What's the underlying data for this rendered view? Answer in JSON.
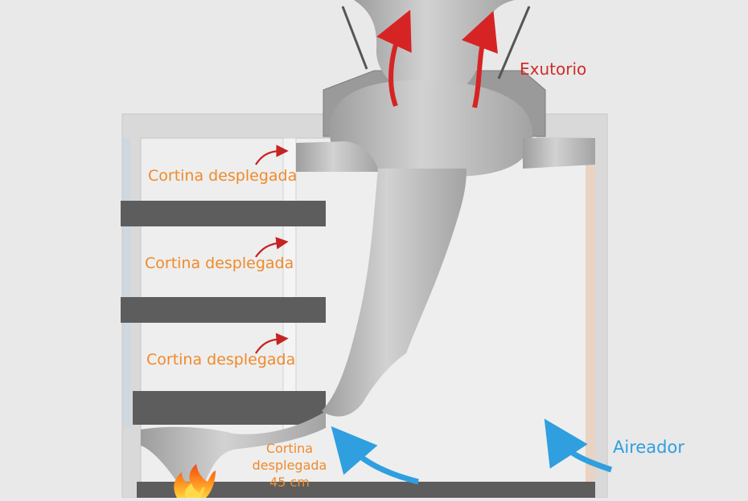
{
  "labels": {
    "exutorio": "Exutorio",
    "aireador": "Aireador",
    "cortina_1": "Cortina desplegada",
    "cortina_2": "Cortina desplegada",
    "cortina_3": "Cortina desplegada",
    "cortina_bottom_line1": "Cortina",
    "cortina_bottom_line2": "desplegada",
    "cortina_bottom_line3": "45 cm"
  },
  "colors": {
    "background": "#e9e9e9",
    "wall_frame": "#e2e2e2",
    "shelf": "#5d5d5d",
    "smoke": "#bdbdbd",
    "red_arrow": "#d62424",
    "blue_arrow": "#2f9fe0",
    "orange_text": "#f08a2a",
    "fire": "#ff7b1c"
  },
  "icons": [
    "fire-icon",
    "red-smoke-arrow-icon",
    "blue-air-arrow-icon"
  ]
}
